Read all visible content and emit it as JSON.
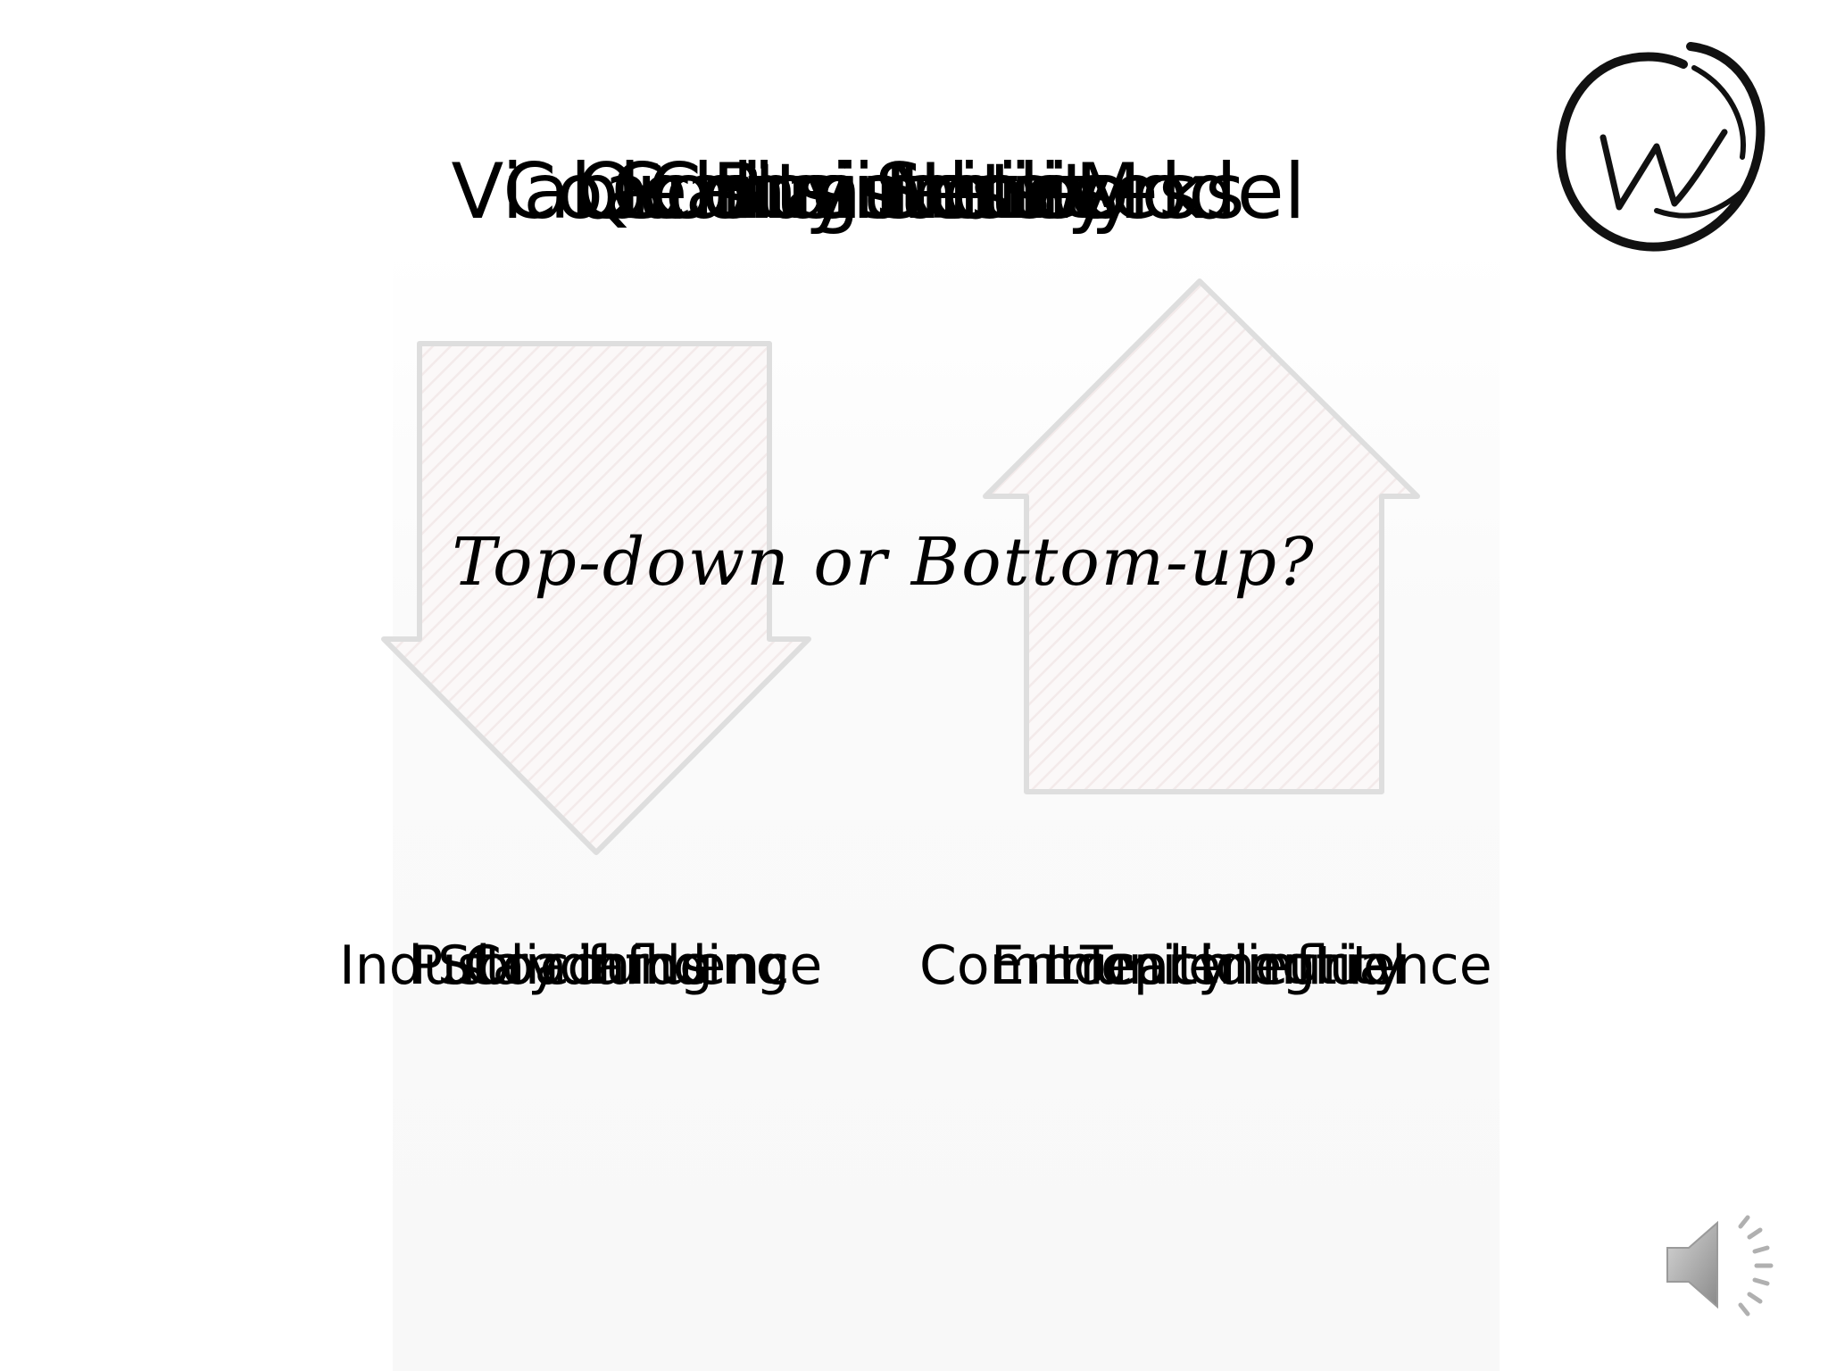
{
  "slide": {
    "title_layers": [
      "Viable Business Model",
      "Coaching Networks",
      "Quality Services",
      "Communities",
      "Consistency",
      "Sustainability"
    ],
    "question": "Top-down or Bottom-up?",
    "bottom_left_layers": [
      "Industry influence",
      "Public funding",
      "Standards",
      "Coaching"
    ],
    "bottom_right_layers": [
      "Community influence",
      "Entrepreneurial",
      "Local identity",
      "Teaching"
    ],
    "logo_icon": "w-circle-logo-icon",
    "audio_icon": "speaker-icon"
  }
}
